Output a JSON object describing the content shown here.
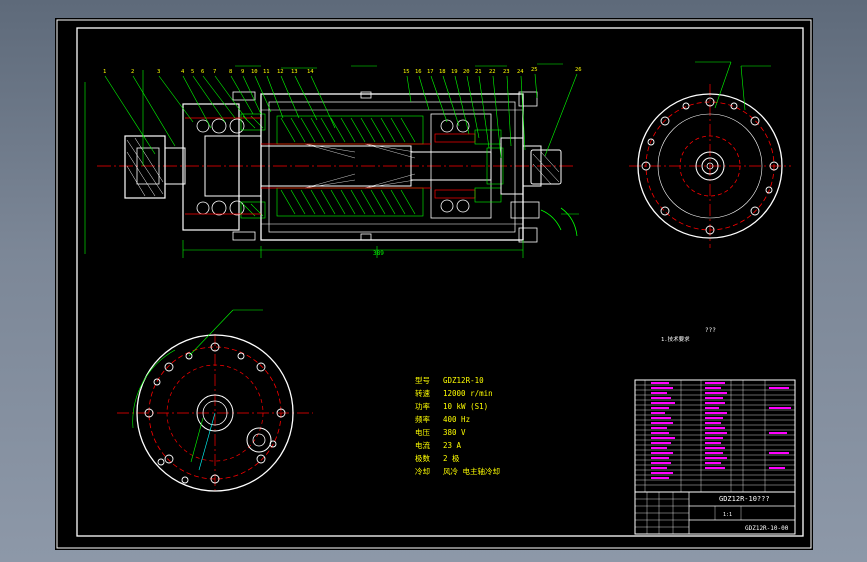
{
  "drawing": {
    "spec_table": {
      "rows": [
        {
          "label": "型号",
          "value": "GDZ12R-10"
        },
        {
          "label": "转速",
          "value": "12000 r/min"
        },
        {
          "label": "功率",
          "value": "10 kW (S1)"
        },
        {
          "label": "频率",
          "value": "400 Hz"
        },
        {
          "label": "电压",
          "value": "380 V"
        },
        {
          "label": "电流",
          "value": "23 A"
        },
        {
          "label": "极数",
          "value": "2 极"
        },
        {
          "label": "冷却",
          "value": "风冷 电主轴冷却"
        }
      ]
    },
    "title_block": {
      "title": "GDZ12R-10???",
      "drawing_no": "GDZ12R-10-00",
      "scale": "1:1"
    },
    "notes": {
      "tech_req_title": "1.技术要求",
      "question_marks": "???"
    },
    "part_callouts": [
      "1",
      "2",
      "3",
      "4",
      "5",
      "6",
      "7",
      "8",
      "9",
      "10",
      "11",
      "12",
      "13",
      "14",
      "15",
      "16",
      "17",
      "18",
      "19",
      "20",
      "21",
      "22",
      "23",
      "24",
      "25",
      "26"
    ],
    "colors": {
      "background": "#000000",
      "frame": "#ffffff",
      "outline": "#ffffff",
      "dimension": "#00ff00",
      "section": "#ff0000",
      "center": "#ff0000",
      "label": "#ffff00",
      "leader": "#00ff00"
    }
  }
}
